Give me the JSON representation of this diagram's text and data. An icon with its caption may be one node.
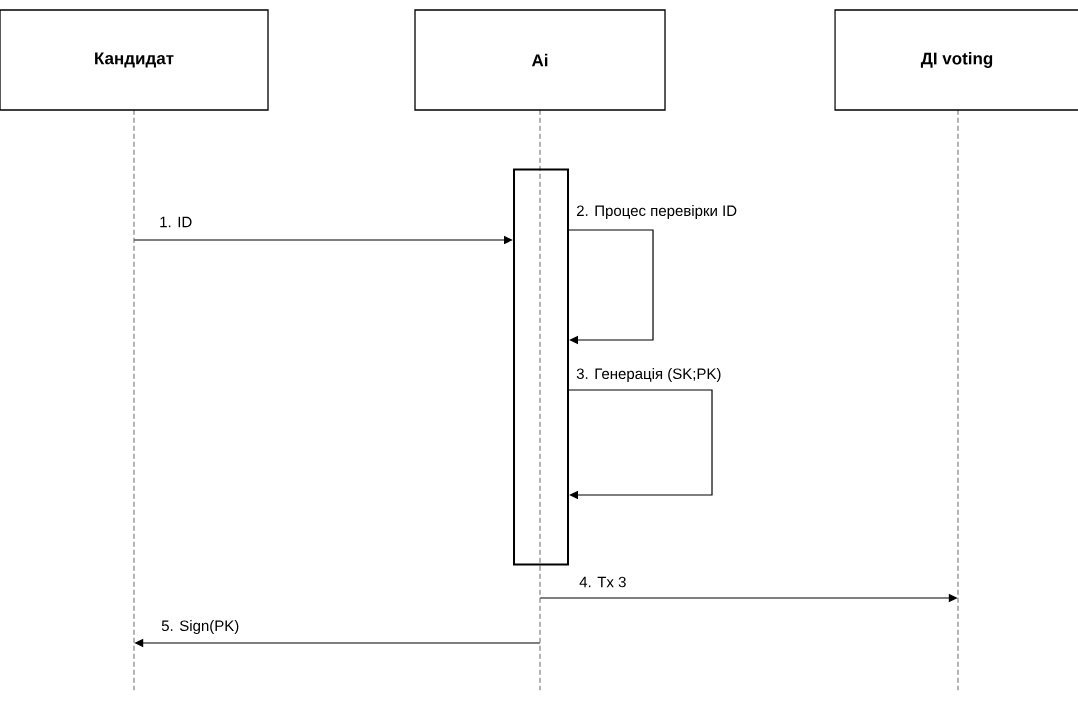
{
  "diagram": {
    "nodes": [
      {
        "text": [
          "Кандидат"
        ]
      },
      {
        "text": [
          "Ai"
        ]
      },
      {
        "text": [
          "ДІ voting"
        ]
      },
      {
        "text": [],
        "shape": "line"
      },
      {
        "text": [],
        "shape": "line"
      },
      {
        "text": [],
        "shape": "line"
      },
      {
        "text": [],
        "shape": "bar"
      }
    ],
    "edges": [
      {
        "from": 3,
        "to": 6,
        "arrow": "to",
        "label": "1. ID"
      },
      {
        "from": 6,
        "to": 6,
        "arrow": "to",
        "label": "2. Процес перевірки ID"
      },
      {
        "from": 6,
        "to": 6,
        "arrow": "to",
        "label": "3. Генерація (SK;PK)"
      },
      {
        "from": 4,
        "to": 5,
        "arrow": "to",
        "label": "4. Tx 3"
      },
      {
        "from": 4,
        "to": 3,
        "arrow": "to",
        "label": "5. Sign(PK)"
      }
    ]
  }
}
